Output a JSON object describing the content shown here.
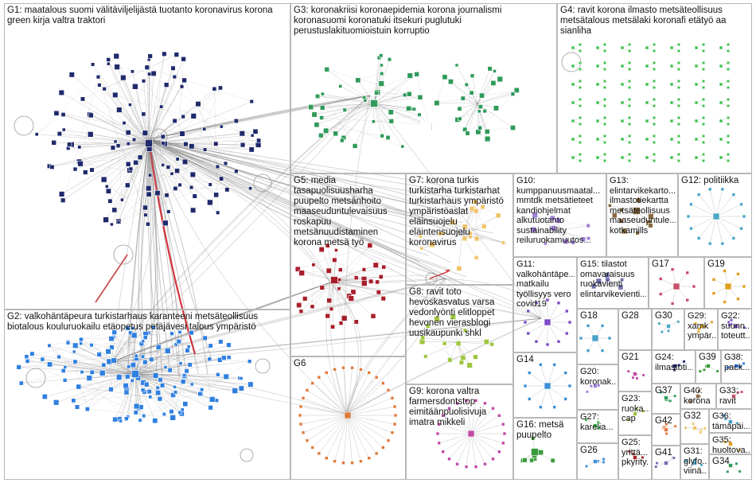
{
  "colors": {
    "G1": "#1f2a6b",
    "G2": "#2f7fe0",
    "G3": "#2f9a5a",
    "G4": "#3cc04a",
    "G5": "#a81e2a",
    "G6": "#e0793a",
    "G7": "#f0c46a",
    "G8": "#a0c640",
    "G9": "#c24aa8",
    "G10": "#9f7fd8",
    "G11": "#7b4cc4",
    "G12": "#4aa7c8",
    "G13": "#8a6a40",
    "G14": "#3c8fd8",
    "G15": "#6f6fb0",
    "G16": "#3a9a3a",
    "G17": "#c8506a",
    "G18": "#4aa0c8",
    "G19": "#e0a020",
    "edge": "#8c8c8c",
    "edge_highlight": "#d0202a"
  },
  "groups": [
    {
      "id": "G1",
      "label": "G1: maatalous suomi välitäviljelijästä tuotanto koronavirus korona\ngreen kirja valtra traktori"
    },
    {
      "id": "G2",
      "label": "G2: valkohäntäpeura turkistarhaus karanteeni metsäteollisuus\nbiotalous kouluruokailu etäopetus petäjävesi talous ympäristö"
    },
    {
      "id": "G3",
      "label": "G3: koronakriisi koronaepidemia korona journalismi\nkoronasuomi koronatuki itsekuri puglutuki\nperustuslakituomioistuin korruptio"
    },
    {
      "id": "G4",
      "label": "G4: ravit korona ilmasto metsäteollisuus\nmetsätalous metsälaki koronafi etätyö aa\nsianliha"
    },
    {
      "id": "G5",
      "label": "G5: media\ntasapuolisuusharha\npuupelto metsänhoito\nmaaseuduntulevaisuus\nroskapuu\nmetsänuudistaminen\nkorona metsä työ"
    },
    {
      "id": "G6",
      "label": "G6"
    },
    {
      "id": "G7",
      "label": "G7: korona turkis\nturkistarha turkistarhat\nturkistarhaus ympäristö\nympäristöaslat\neläinsuojelu\neläintensuojelu\nkoronavirus"
    },
    {
      "id": "G8",
      "label": "G8: ravit toto\nhevoskasvatus varsa\nvedonlyönti elitloppet\nhevonen vierasblogi\nuusikaupunki shkl"
    },
    {
      "id": "G9",
      "label": "G9: korona valtra\nfarmersdontstop\neimitäänpuolisivuja\nimatra mikkeli"
    },
    {
      "id": "G10",
      "label": "G10:\nkumppanuusmaatal...\nmmtdk metsätieteet\nkandiohjelmat\nalkutuotanto\nsustainability\nreiluruokamuutos..."
    },
    {
      "id": "G11",
      "label": "G11:\nvalkohäntäpe...\nmatkailu\ntyöllisyys vero\ncovid19"
    },
    {
      "id": "G12",
      "label": "G12: politiikka"
    },
    {
      "id": "G13",
      "label": "G13:\nelintarvikekarto...\nilmastotiekartta\nmetsäteollisuus\nmaaseuduntule...\nkotkamills"
    },
    {
      "id": "G14",
      "label": "G14"
    },
    {
      "id": "G15",
      "label": "G15: tilastot\nomavaraisuus\nruokavienti\nelintarvikevienti..."
    },
    {
      "id": "G16",
      "label": "G16: metsä\npuupelto"
    },
    {
      "id": "G17",
      "label": "G17"
    },
    {
      "id": "G18",
      "label": "G18"
    },
    {
      "id": "G19",
      "label": "G19"
    },
    {
      "id": "G20",
      "label": "G20:\nkoronak..."
    },
    {
      "id": "G21",
      "label": "G21"
    },
    {
      "id": "G22",
      "label": "G22:\nsuunn...\ntoteutt..."
    },
    {
      "id": "G23",
      "label": "G23:\nruoka...\ncap"
    },
    {
      "id": "G24",
      "label": "G24:\nilmastoti..."
    },
    {
      "id": "G25",
      "label": "G25:\nyrittä...\npkyrity..."
    },
    {
      "id": "G26",
      "label": "G26"
    },
    {
      "id": "G27",
      "label": "G27:\nkarelia..."
    },
    {
      "id": "G28",
      "label": "G28"
    },
    {
      "id": "G29",
      "label": "G29:\nxamk\nympär..."
    },
    {
      "id": "G30",
      "label": "G30"
    },
    {
      "id": "G31",
      "label": "G31:\nglyfo...\nviinä..."
    },
    {
      "id": "G32",
      "label": "G32"
    },
    {
      "id": "G33",
      "label": "G33:\nravit"
    },
    {
      "id": "G34",
      "label": "G34"
    },
    {
      "id": "G35",
      "label": "G35:\nhuoltova..."
    },
    {
      "id": "G36",
      "label": "G36:\ntämäpäi..."
    },
    {
      "id": "G37",
      "label": "G37"
    },
    {
      "id": "G38",
      "label": "G38:\npack..."
    },
    {
      "id": "G39",
      "label": "G39"
    },
    {
      "id": "G40",
      "label": "G40:\nkorona"
    },
    {
      "id": "G41",
      "label": "G41"
    },
    {
      "id": "G42",
      "label": "G42"
    }
  ]
}
